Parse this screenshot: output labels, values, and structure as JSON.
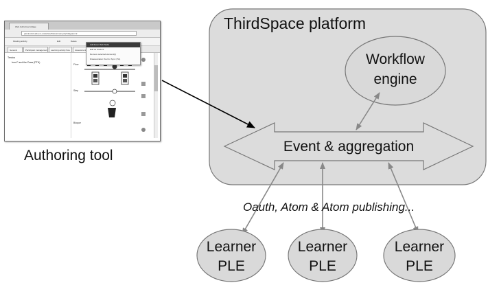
{
  "diagram": {
    "platform_label": "ThirdSpace platform",
    "workflow_label_line1": "Workflow",
    "workflow_label_line2": "engine",
    "event_label": "Event & aggregation",
    "authoring_label": "Authoring tool",
    "protocol_label": "Oauth, Atom & Atom publishing...",
    "learners": [
      {
        "line1": "Learner",
        "line2": "PLE"
      },
      {
        "line1": "Learner",
        "line2": "PLE"
      },
      {
        "line1": "Learner",
        "line2": "PLE"
      }
    ],
    "colors": {
      "platform_fill": "#dcdcdc",
      "node_fill": "#d9d9d9",
      "stroke": "#777777",
      "text": "#111111",
      "arrow_black": "#000000",
      "arrow_grey": "#888888"
    }
  },
  "screenshot": {
    "browser_tab": "Web Authoring Collage",
    "url": "pat-lk-ld-ld.uab.es/~ws/sd/ws/htdocs/main.php?diagram=2",
    "toolbar": [
      "Floating activity",
      "Edit",
      "Delete"
    ],
    "tabs": [
      "General",
      "Participant management",
      "Learning activity flow",
      "Assessment"
    ],
    "tree": [
      "Tercios",
      "Iron-F and the Draw (PTH)"
    ],
    "menu": [
      "Add Event Sub Node",
      "Edit as Student",
      "Remove selected element(s)",
      "Disassociation Tool for Sync (TH)"
    ],
    "diagram_lanes": [
      "Flow",
      "Step",
      "Bloque"
    ]
  }
}
